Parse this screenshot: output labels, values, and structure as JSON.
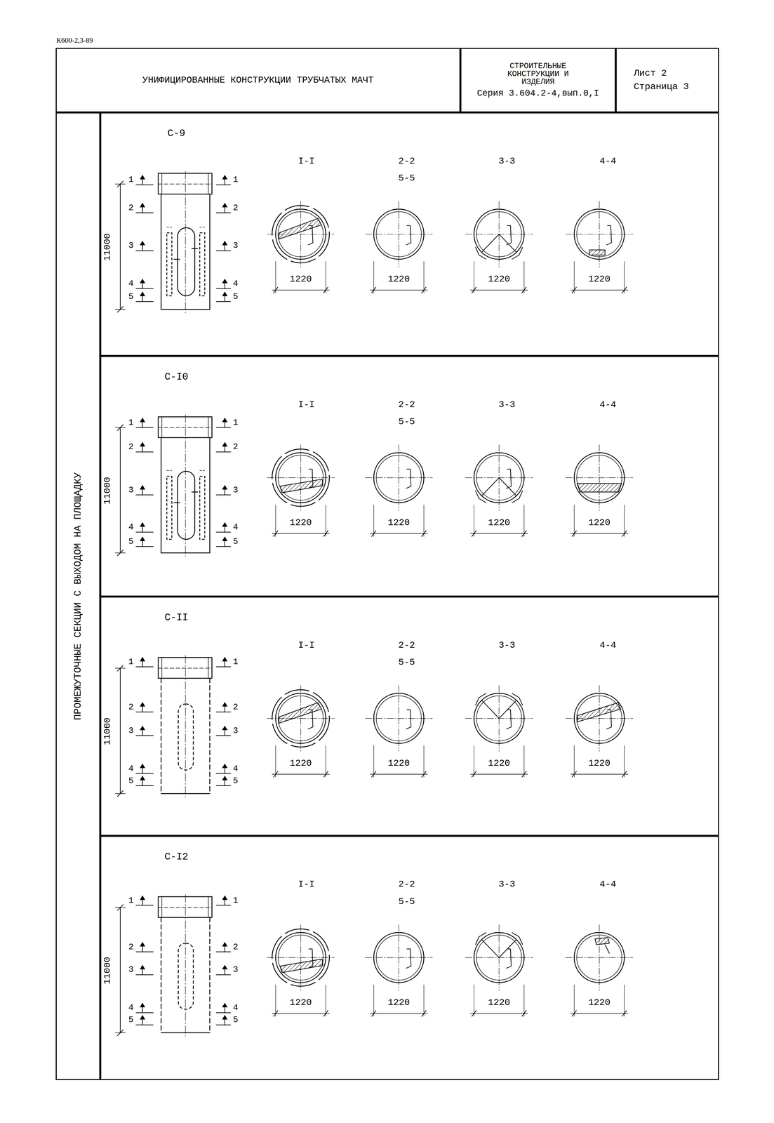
{
  "diagram": {
    "nodes": [
      {
        "text": [
          "УНИФИЦИРОВАННЫЕ КОНСТРУКЦИИ ТРУБЧАТЫХ МАЧТ"
        ]
      },
      {
        "text": [
          "СТРОИТЕЛЬНЫЕ КОНСТРУКЦИИ И ИЗДЕЛИЯ",
          "Серия 3.604.2-4,вып.0,I"
        ]
      },
      {
        "text": [
          "Лист 2",
          "Страница 3"
        ]
      },
      {
        "text": [
          "ПРОМЕЖУТОЧНЫЕ СЕКЦИИ С ВЫХОДОМ НА ПЛОЩАДКУ"
        ]
      },
      {
        "text": [
          "С-9"
        ]
      },
      {
        "text": [
          "С-I0"
        ]
      },
      {
        "text": [
          "С-II"
        ]
      },
      {
        "text": [
          "С-I2"
        ]
      }
    ],
    "labels": [
      "К600-2,3-89",
      "1",
      "1",
      "2",
      "2",
      "3",
      "3",
      "4",
      "4",
      "5",
      "5",
      "11000",
      "I-I",
      "2-2",
      "5-5",
      "3-3",
      "4-4",
      "1220",
      "1220",
      "1220",
      "1220",
      "1",
      "1",
      "2",
      "2",
      "3",
      "3",
      "4",
      "4",
      "5",
      "5",
      "11000",
      "I-I",
      "2-2",
      "5-5",
      "3-3",
      "4-4",
      "1220",
      "1220",
      "1220",
      "1220",
      "1",
      "1",
      "2",
      "2",
      "3",
      "3",
      "4",
      "4",
      "5",
      "5",
      "11000",
      "I-I",
      "2-2",
      "5-5",
      "3-3",
      "4-4",
      "1220",
      "1220",
      "1220",
      "1220",
      "1",
      "1",
      "2",
      "2",
      "3",
      "3",
      "4",
      "4",
      "5",
      "5",
      "11000",
      "I-I",
      "2-2",
      "5-5",
      "3-3",
      "4-4",
      "1220",
      "1220",
      "1220",
      "1220"
    ]
  }
}
